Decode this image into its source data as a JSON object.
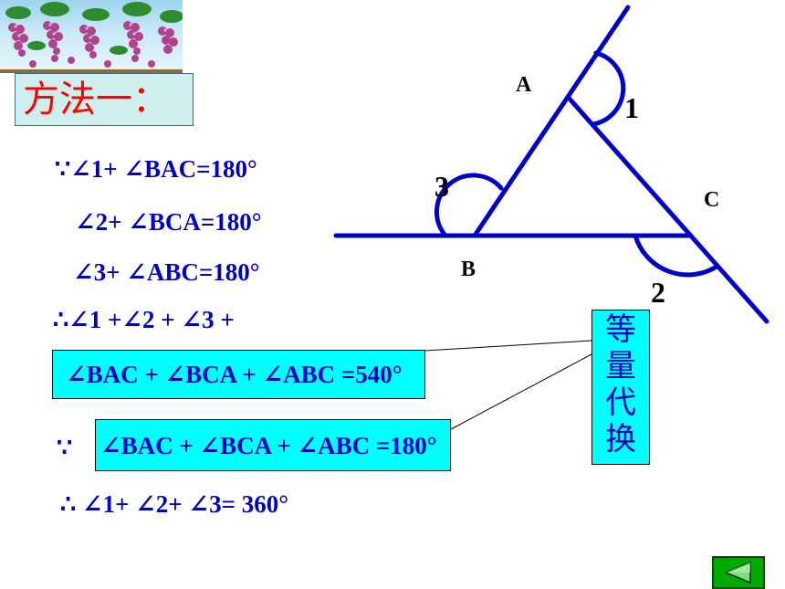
{
  "title": "方法一：",
  "proof_lines": {
    "l1": "∵∠1+ ∠BAC=180°",
    "l2": "∠2+ ∠BCA=180°",
    "l3": "∠3+ ∠ABC=180°",
    "l4": "∴∠1 +∠2 + ∠3 +",
    "l5": "∠BAC + ∠BCA + ∠ABC =540°",
    "l6_prefix": "∵",
    "l6": "∠BAC + ∠BCA + ∠ABC =180°",
    "l7": "∴ ∠1+ ∠2+ ∠3= 360°"
  },
  "annotation": {
    "chars": [
      "等",
      "量",
      "代",
      "换"
    ]
  },
  "diagram": {
    "vertex_a": "A",
    "vertex_b": "B",
    "vertex_c": "C",
    "angle_1": "1",
    "angle_2": "2",
    "angle_3": "3"
  },
  "colors": {
    "text_blue": "#0000c8",
    "title_red": "#ff0000",
    "highlight_cyan": "#00ffff",
    "nav_green": "#00aa00"
  },
  "icons": {
    "banner": "grape-vine-decoration",
    "nav": "back-arrow-icon"
  }
}
